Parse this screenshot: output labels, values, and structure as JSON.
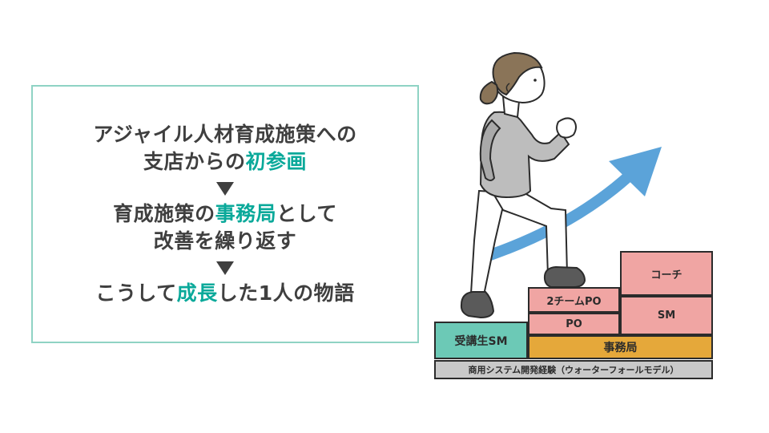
{
  "text_panel": {
    "line1": "アジャイル人材育成施策への",
    "line2_plain": "支店からの",
    "line2_hl": "初参画",
    "line3_plain1": "育成施策の",
    "line3_hl": "事務局",
    "line3_plain2": "として",
    "line4": "改善を繰り返す",
    "line5_plain1": "こうして",
    "line5_hl": "成長",
    "line5_plain2": "した1人の物語",
    "highlight_color": "#0aa99a"
  },
  "steps": {
    "base": "商用システム開発経験（ウォーターフォールモデル）",
    "trainee_sm": "受講生SM",
    "secretariat": "事務局",
    "po": "PO",
    "two_team_po": "2チームPO",
    "sm": "SM",
    "coach": "コーチ"
  },
  "colors": {
    "teal_block": "#6cc9b6",
    "orange_block": "#e5a83a",
    "pink_block": "#f0a5a3",
    "gray_block": "#c9c9c9",
    "arrow": "#5ba3d9"
  }
}
